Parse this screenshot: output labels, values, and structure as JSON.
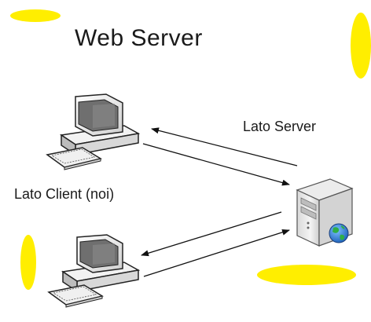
{
  "diagram": {
    "title": "Web Server",
    "server_label": "Lato Server",
    "client_label": "Lato Client (noi)",
    "colors": {
      "highlight": "#ffee00",
      "monitor_body": "#eeeeee",
      "monitor_screen": "#6f6f6f",
      "server_body": "#f1f1f1",
      "globe_blue": "#2f7fdc",
      "globe_green": "#2fae45",
      "arrow": "#111111"
    },
    "icons": [
      "desktop-computer-icon",
      "desktop-computer-icon",
      "server-tower-icon",
      "globe-icon"
    ],
    "connections": [
      {
        "from": "server",
        "to": "client-1"
      },
      {
        "from": "client-1",
        "to": "server"
      },
      {
        "from": "server",
        "to": "client-2"
      },
      {
        "from": "client-2",
        "to": "server"
      }
    ]
  }
}
